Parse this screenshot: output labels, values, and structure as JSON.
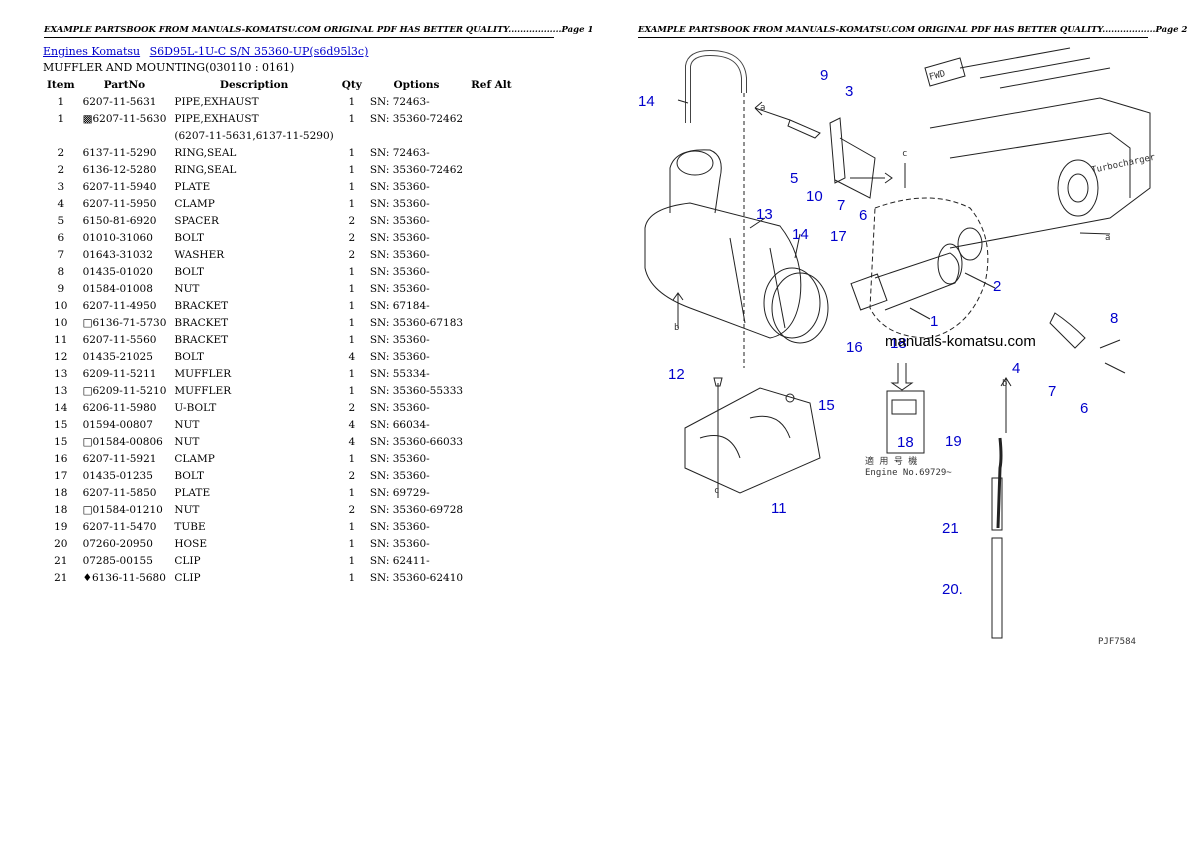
{
  "header": {
    "page1": "EXAMPLE PARTSBOOK FROM MANUALS-KOMATSU.COM ORIGINAL PDF HAS BETTER QUALITY..................Page 1",
    "page2": "EXAMPLE PARTSBOOK FROM MANUALS-KOMATSU.COM ORIGINAL PDF HAS BETTER QUALITY..................Page 2"
  },
  "breadcrumb": {
    "link1": "Engines Komatsu",
    "link2": "S6D95L-1U-C S/N 35360-UP(s6d95l3c)"
  },
  "section_title": "MUFFLER AND MOUNTING(030110 : 0161)",
  "table": {
    "headers": [
      "Item",
      "PartNo",
      "Description",
      "Qty",
      "Options",
      "Ref Alt"
    ],
    "rows": [
      {
        "item": "1",
        "part": "6207-11-5631",
        "desc": "PIPE,EXHAUST",
        "qty": "1",
        "opt": "SN: 72463-"
      },
      {
        "item": "1",
        "part": "▩6207-11-5630",
        "desc": "PIPE,EXHAUST",
        "qty": "1",
        "opt": "SN: 35360-72462"
      },
      {
        "item": "",
        "part": "",
        "desc": "(6207-11-5631,6137-11-5290)",
        "qty": "",
        "opt": ""
      },
      {
        "item": "2",
        "part": "6137-11-5290",
        "desc": "RING,SEAL",
        "qty": "1",
        "opt": "SN: 72463-"
      },
      {
        "item": "2",
        "part": "6136-12-5280",
        "desc": "RING,SEAL",
        "qty": "1",
        "opt": "SN: 35360-72462"
      },
      {
        "item": "3",
        "part": "6207-11-5940",
        "desc": "PLATE",
        "qty": "1",
        "opt": "SN: 35360-"
      },
      {
        "item": "4",
        "part": "6207-11-5950",
        "desc": "CLAMP",
        "qty": "1",
        "opt": "SN: 35360-"
      },
      {
        "item": "5",
        "part": "6150-81-6920",
        "desc": "SPACER",
        "qty": "2",
        "opt": "SN: 35360-"
      },
      {
        "item": "6",
        "part": "01010-31060",
        "desc": "BOLT",
        "qty": "2",
        "opt": "SN: 35360-"
      },
      {
        "item": "7",
        "part": "01643-31032",
        "desc": "WASHER",
        "qty": "2",
        "opt": "SN: 35360-"
      },
      {
        "item": "8",
        "part": "01435-01020",
        "desc": "BOLT",
        "qty": "1",
        "opt": "SN: 35360-"
      },
      {
        "item": "9",
        "part": "01584-01008",
        "desc": "NUT",
        "qty": "1",
        "opt": "SN: 35360-"
      },
      {
        "item": "10",
        "part": "6207-11-4950",
        "desc": "BRACKET",
        "qty": "1",
        "opt": "SN: 67184-"
      },
      {
        "item": "10",
        "part": "□6136-71-5730",
        "desc": "BRACKET",
        "qty": "1",
        "opt": "SN: 35360-67183"
      },
      {
        "item": "11",
        "part": "6207-11-5560",
        "desc": "BRACKET",
        "qty": "1",
        "opt": "SN: 35360-"
      },
      {
        "item": "12",
        "part": "01435-21025",
        "desc": "BOLT",
        "qty": "4",
        "opt": "SN: 35360-"
      },
      {
        "item": "13",
        "part": "6209-11-5211",
        "desc": "MUFFLER",
        "qty": "1",
        "opt": "SN: 55334-"
      },
      {
        "item": "13",
        "part": "□6209-11-5210",
        "desc": "MUFFLER",
        "qty": "1",
        "opt": "SN: 35360-55333"
      },
      {
        "item": "14",
        "part": "6206-11-5980",
        "desc": "U-BOLT",
        "qty": "2",
        "opt": "SN: 35360-"
      },
      {
        "item": "15",
        "part": "01594-00807",
        "desc": "NUT",
        "qty": "4",
        "opt": "SN: 66034-"
      },
      {
        "item": "15",
        "part": "□01584-00806",
        "desc": "NUT",
        "qty": "4",
        "opt": "SN: 35360-66033"
      },
      {
        "item": "16",
        "part": "6207-11-5921",
        "desc": "CLAMP",
        "qty": "1",
        "opt": "SN: 35360-"
      },
      {
        "item": "17",
        "part": "01435-01235",
        "desc": "BOLT",
        "qty": "2",
        "opt": "SN: 35360-"
      },
      {
        "item": "18",
        "part": "6207-11-5850",
        "desc": "PLATE",
        "qty": "1",
        "opt": "SN: 69729-"
      },
      {
        "item": "18",
        "part": "□01584-01210",
        "desc": "NUT",
        "qty": "2",
        "opt": "SN: 35360-69728"
      },
      {
        "item": "19",
        "part": "6207-11-5470",
        "desc": "TUBE",
        "qty": "1",
        "opt": "SN: 35360-"
      },
      {
        "item": "20",
        "part": "07260-20950",
        "desc": "HOSE",
        "qty": "1",
        "opt": "SN: 35360-"
      },
      {
        "item": "21",
        "part": "07285-00155",
        "desc": "CLIP",
        "qty": "1",
        "opt": "SN: 62411-"
      },
      {
        "item": "21",
        "part": "♦6136-11-5680",
        "desc": "CLIP",
        "qty": "1",
        "opt": "SN: 35360-62410"
      }
    ]
  },
  "diagram": {
    "callouts": [
      "14",
      "9",
      "3",
      "5",
      "10",
      "7",
      "6",
      "13",
      "14",
      "17",
      "2",
      "1",
      "16",
      "8",
      "18",
      "4",
      "7",
      "6",
      "12",
      "15",
      "19",
      "11",
      "18",
      "21",
      "20."
    ],
    "labels": {
      "fwd": "FWD",
      "turbo": "Turbocharger",
      "engine_no": "Engine No.69729~",
      "jp_text": "適 用 号 機",
      "watermark": "manuals-komatsu.com",
      "letter_a": "a",
      "letter_b": "b",
      "letter_c": "c",
      "page_code": "PJF7584"
    }
  }
}
